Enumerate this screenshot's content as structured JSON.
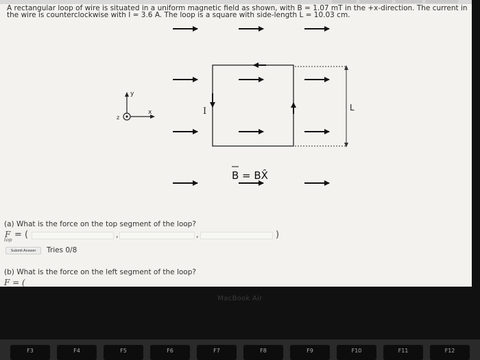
{
  "problem": {
    "line1": "A rectangular loop of wire is situated in a uniform magnetic field as shown, with B = 1.07 mT in the +x-direction. The current in",
    "line2": "the wire is counterclockwise with I = 3.6 A. The loop is a square with side-length L = 10.03 cm."
  },
  "diagram": {
    "axis_y": "y",
    "axis_x": "x",
    "axis_z": "z",
    "current_label": "I",
    "length_label": "L",
    "field_label": "B = BX̂",
    "field_color": "#111111"
  },
  "part_a": {
    "question": "(a) What is the force on the top segment of the loop?",
    "symbol": "F",
    "subscript": "top",
    "eq_open": "= (",
    "comma1": ",",
    "comma2": ",",
    "close": ")",
    "input_x": "",
    "input_y": "",
    "input_z": "",
    "submit_label": "Submit Answer",
    "tries": "Tries 0/8"
  },
  "part_b": {
    "question": "(b) What is the force on the left segment of the loop?",
    "partial": "F = ("
  },
  "laptop": {
    "brand": "MacBook Air"
  },
  "keyboard": {
    "keys": [
      "F3",
      "F4",
      "F5",
      "F6",
      "F7",
      "F8",
      "F9",
      "F10",
      "F11",
      "F12"
    ]
  }
}
